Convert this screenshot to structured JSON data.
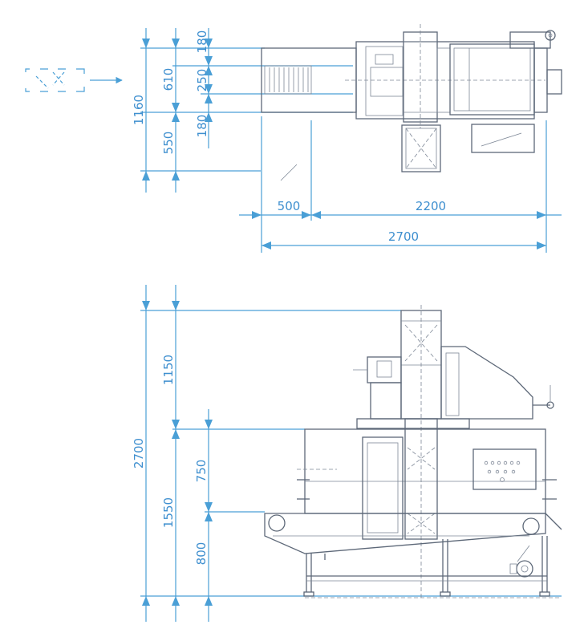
{
  "dimensions": {
    "top_view": {
      "h180_top": "180",
      "h610": "610",
      "h250": "250",
      "h1160": "1160",
      "h550": "550",
      "h180_bottom": "180",
      "w500": "500",
      "w2200": "2200",
      "w2700": "2700"
    },
    "side_view": {
      "h2700": "2700",
      "h1150": "1150",
      "h750": "750",
      "h1550": "1550",
      "h800": "800"
    }
  },
  "colors": {
    "dimension_lines": "#4a9fd6",
    "machine_lines": "#5d6878",
    "background": "#ffffff"
  },
  "icons": {
    "flow_direction": "flow-direction-arrow-icon",
    "control_panel": "control-panel-buttons-icon",
    "drive_motor": "drive-motor-icon"
  }
}
